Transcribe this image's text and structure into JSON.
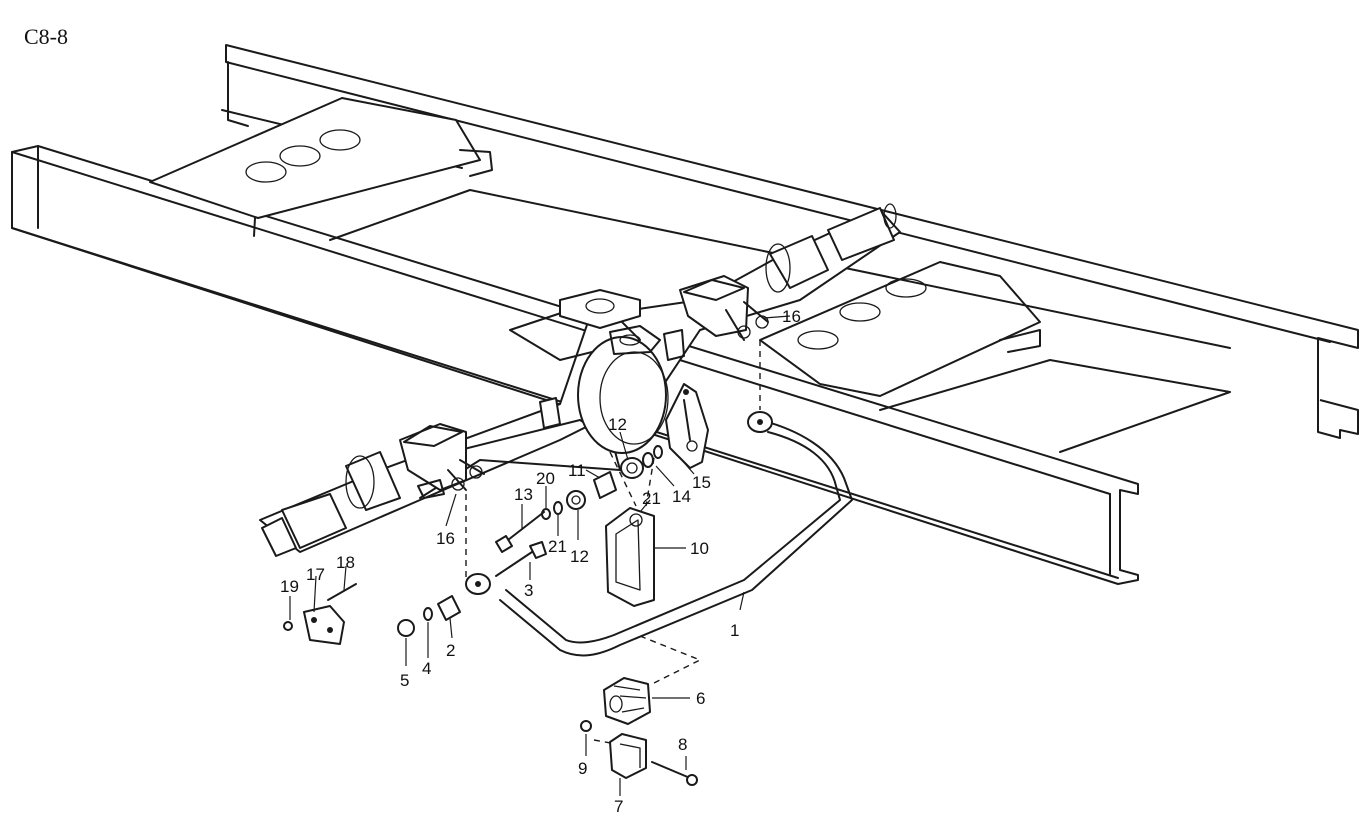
{
  "figure_code": "C8-8",
  "callouts": [
    {
      "id": "c1",
      "text": "1"
    },
    {
      "id": "c2",
      "text": "2"
    },
    {
      "id": "c3",
      "text": "3"
    },
    {
      "id": "c4",
      "text": "4"
    },
    {
      "id": "c5",
      "text": "5"
    },
    {
      "id": "c6",
      "text": "6"
    },
    {
      "id": "c7",
      "text": "7"
    },
    {
      "id": "c8",
      "text": "8"
    },
    {
      "id": "c9",
      "text": "9"
    },
    {
      "id": "c10",
      "text": "10"
    },
    {
      "id": "c11",
      "text": "11"
    },
    {
      "id": "c12a",
      "text": "12"
    },
    {
      "id": "c12b",
      "text": "12"
    },
    {
      "id": "c13",
      "text": "13"
    },
    {
      "id": "c14",
      "text": "14"
    },
    {
      "id": "c15",
      "text": "15"
    },
    {
      "id": "c16a",
      "text": "16"
    },
    {
      "id": "c16b",
      "text": "16"
    },
    {
      "id": "c17",
      "text": "17"
    },
    {
      "id": "c18",
      "text": "18"
    },
    {
      "id": "c19",
      "text": "19"
    },
    {
      "id": "c20",
      "text": "20"
    },
    {
      "id": "c21a",
      "text": "21"
    },
    {
      "id": "c21b",
      "text": "21"
    }
  ]
}
